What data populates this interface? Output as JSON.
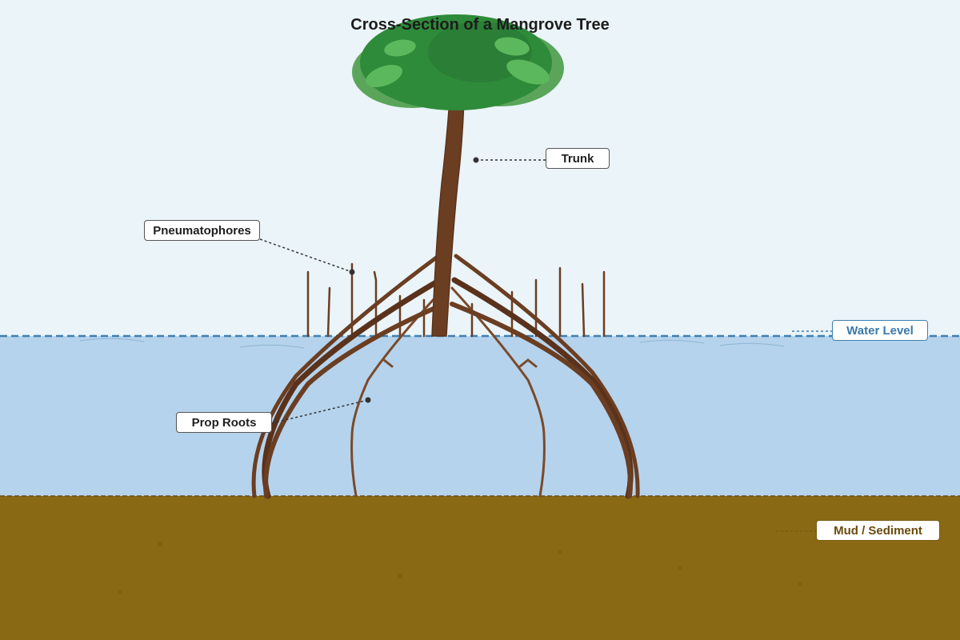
{
  "title": "Cross-Section of a Mangrove Tree",
  "labels": {
    "trunk": "Trunk",
    "pneumatophores": "Pneumatophores",
    "prop_roots": "Prop Roots",
    "water_level": "Water Level",
    "mud": "Mud / Sediment"
  },
  "colors": {
    "sky": "#eaf4f9",
    "water": "#b5d3ec",
    "water_line": "#3f7fb0",
    "mud": "#8a6914",
    "canopy_dark": "#2e8b3a",
    "canopy_light": "#5cb85c",
    "wood": "#6b3e22",
    "wood_dark": "#5a321b"
  }
}
